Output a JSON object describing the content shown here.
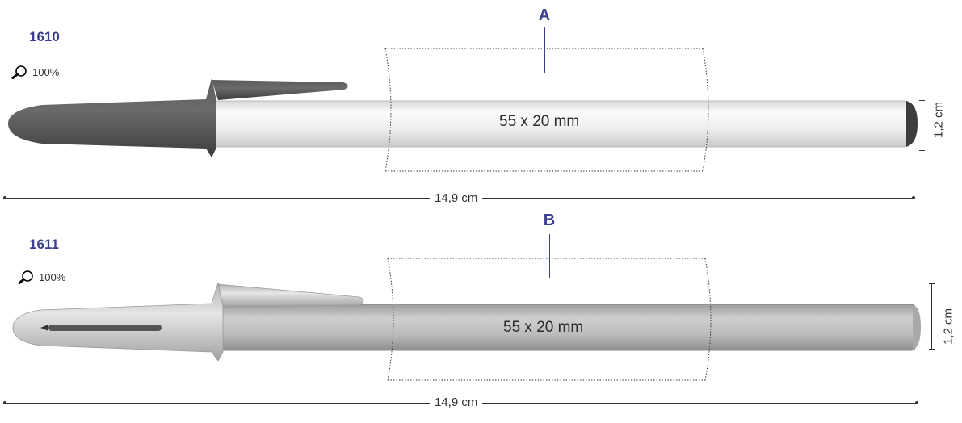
{
  "products": [
    {
      "code": "1610",
      "zoom": "100%",
      "area_letter": "A",
      "area_label": "55 x 20 mm",
      "height_label": "1,2 cm",
      "length_label": "14,9 cm",
      "cap_color": "#4a4a4a",
      "body_color": "#f2f2f2"
    },
    {
      "code": "1611",
      "zoom": "100%",
      "area_letter": "B",
      "area_label": "55 x 20 mm",
      "height_label": "1,2 cm",
      "length_label": "14,9 cm",
      "cap_color": "#c8c8c8",
      "body_color": "#bdbdbd"
    }
  ],
  "accent_color": "#3a3f8f"
}
